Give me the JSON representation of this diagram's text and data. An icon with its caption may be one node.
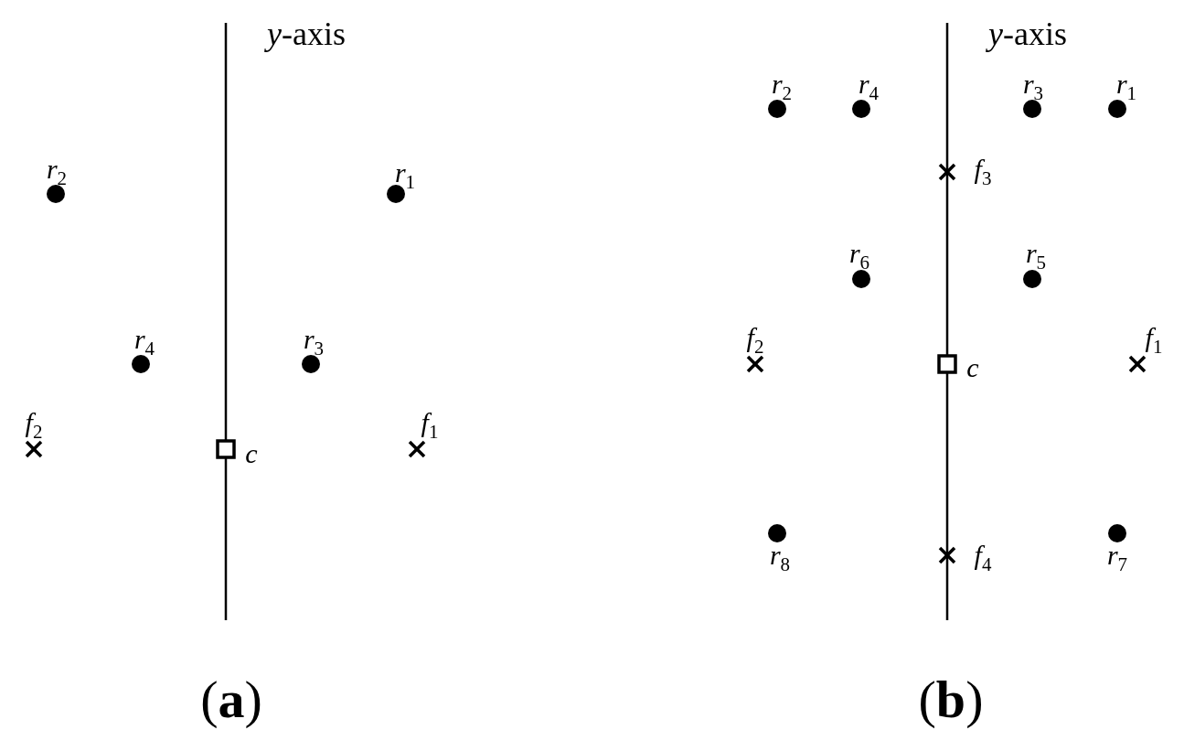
{
  "diagram": {
    "labels": [
      "*y*-axis",
      "*r*$_{2}$",
      "*r*$_{1}$",
      "*r*$_{4}$",
      "*r*$_{3}$",
      "*f*$_{2}$",
      "*f*$_{1}$",
      "*c*",
      "(**a**)",
      "*y*-axis",
      "*r*$_{2}$",
      "*r*$_{4}$",
      "*r*$_{3}$",
      "*r*$_{1}$",
      "*f*$_{3}$",
      "*r*$_{6}$",
      "*r*$_{5}$",
      "*f*$_{2}$",
      "*f*$_{1}$",
      "*c*",
      "*r*$_{8}$",
      "*f*$_{4}$",
      "*r*$_{7}$",
      "(**b**)"
    ]
  }
}
